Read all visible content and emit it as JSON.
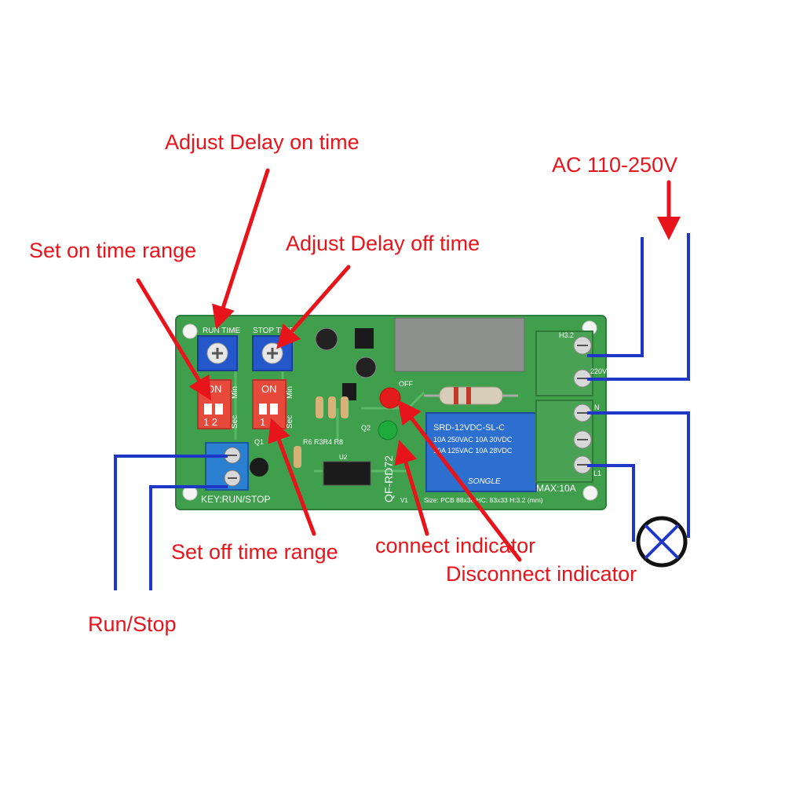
{
  "callouts": {
    "adjust_delay_on_time": "Adjust Delay on time",
    "set_on_time_range": "Set on time range",
    "adjust_delay_off_time": "Adjust Delay off time",
    "ac_supply": "AC 110-250V",
    "set_off_time_range": "Set off time range",
    "connect_indicator": "connect indicator",
    "disconnect_indicator": "Disconnect indicator",
    "run_stop": "Run/Stop"
  },
  "board": {
    "run_time_label": "RUN TIME",
    "stop_time_label": "STOP TIME",
    "dip_on_label": "ON",
    "dip_numbers_left": "1 2",
    "dip_numbers_right": "1",
    "min_label": "Min",
    "sec_label": "Sec",
    "key_label": "KEY:RUN/STOP",
    "model_label": "QF-RD72",
    "size_label": "Size: PCB 88x38 HC: 83x33 H:3.2 (mm)",
    "max_label": "MAX:10A",
    "relay_line1": "SRD-12VDC-SL-C",
    "relay_line2": "10A 250VAC 10A 30VDC",
    "relay_line3": "10A 125VAC 10A 28VDC",
    "relay_brand": "SONGLE",
    "off_label": "OFF",
    "h_label": "H3.2",
    "v220_label": "220V",
    "l_label": "L1",
    "n_label": "N",
    "v1_label": "V1",
    "q2_label": "Q2",
    "q1_label": "Q1",
    "r_label": "R6 R3R4 R8",
    "u2_label": "U2"
  },
  "colors": {
    "label_red": "#e8141b",
    "wire_blue": "#1f37c7",
    "pcb_green": "#3f9f4d",
    "terminal_green": "#4aa354",
    "terminal_blue": "#2a7fd0",
    "dip_red": "#e74a3a",
    "trimpot_blue": "#2457c9"
  },
  "icons": [
    "lamp-icon"
  ]
}
